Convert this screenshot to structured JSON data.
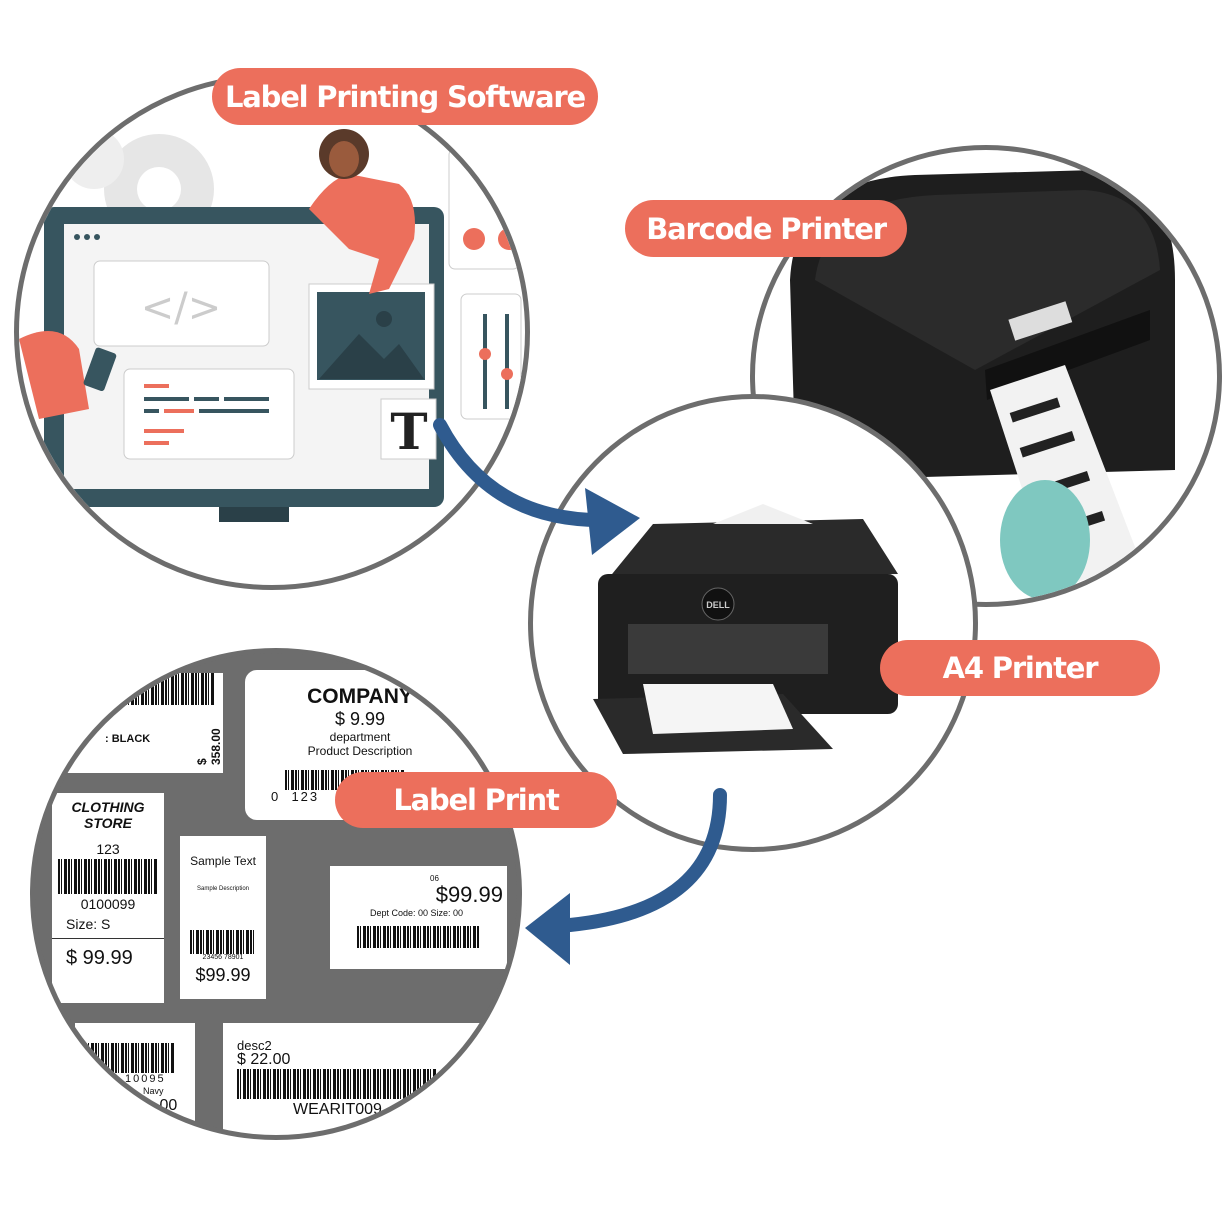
{
  "nodes": {
    "software": {
      "label": "Label Printing Software",
      "code_symbol": "</>",
      "text_tool": "T"
    },
    "barcode_printer": {
      "label": "Barcode Printer"
    },
    "a4_printer": {
      "label": "A4 Printer",
      "brand": "DELL"
    },
    "label_print": {
      "label": "Label Print",
      "labels": {
        "l1": {
          "price": "$ 358.00",
          "color": ": BLACK"
        },
        "l2": {
          "title": "COMPANY",
          "price": "$ 9.99",
          "dept": "department",
          "desc": "Product Description",
          "code": "0  123"
        },
        "l3": {
          "title1": "CLOTHING",
          "title2": "STORE",
          "num": "123",
          "code": "0100099",
          "size": "Size:  S",
          "price": "$ 99.99"
        },
        "l4": {
          "title": "Sample Text",
          "desc": "Sample Description",
          "code": "23456 78901",
          "price": "$99.99"
        },
        "l5": {
          "num": "06",
          "price": "$99.99",
          "dept": "Dept Code: 00   Size: 00"
        },
        "l6": {
          "code": "10095",
          "color": "Navy",
          "price": ".00"
        },
        "l7": {
          "desc": "desc2",
          "price": "$ 22.00",
          "code": "WEARIT009"
        }
      }
    }
  },
  "colors": {
    "accent": "#ec6f5c",
    "arrow": "#2f5b8f",
    "border": "#6d6d6d",
    "monitor": "#37555f"
  }
}
